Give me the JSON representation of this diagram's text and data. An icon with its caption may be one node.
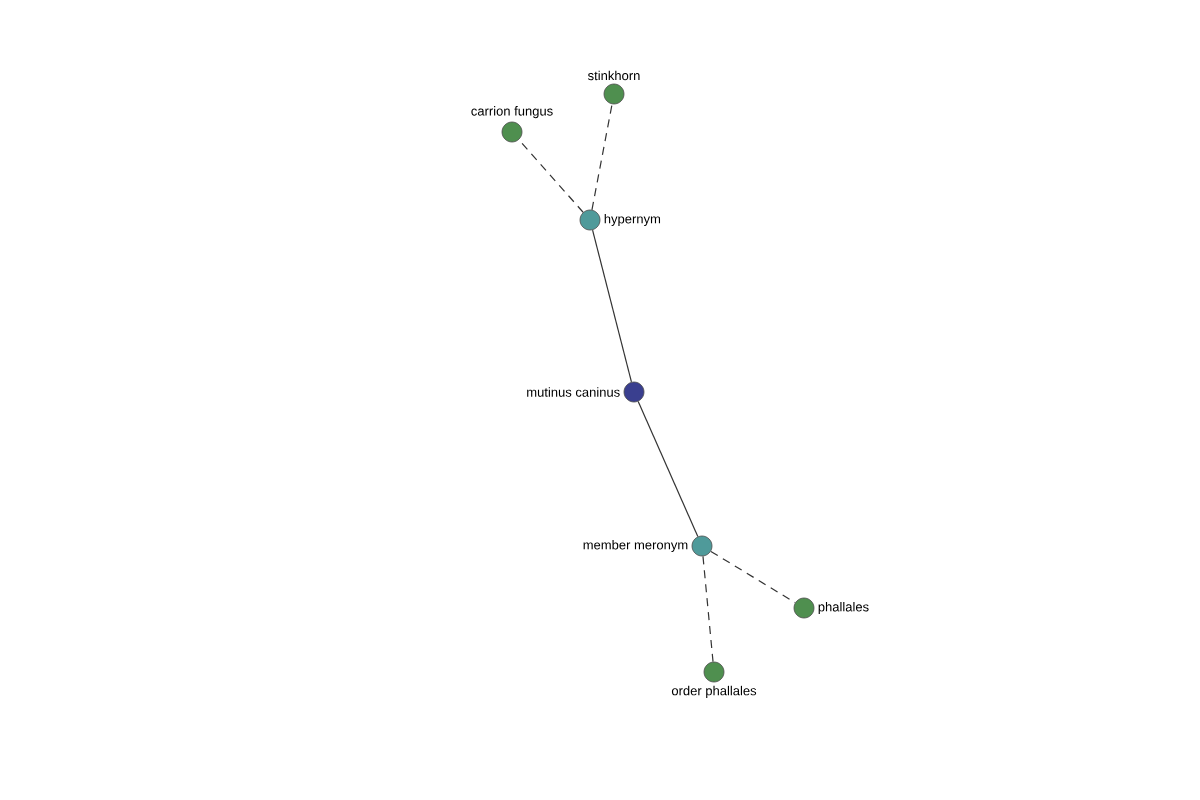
{
  "diagram": {
    "nodes": [
      {
        "text": [
          "mutinus caninus"
        ]
      },
      {
        "text": [
          "hypernym"
        ]
      },
      {
        "text": [
          "carrion fungus"
        ]
      },
      {
        "text": [
          "stinkhorn"
        ]
      },
      {
        "text": [
          "member meronym"
        ]
      },
      {
        "text": [
          "phallales"
        ]
      },
      {
        "text": [
          "order phallales"
        ]
      }
    ],
    "edges": [
      {
        "from": 1,
        "to": 0,
        "arrow": "none"
      },
      {
        "from": 0,
        "to": 4,
        "arrow": "none"
      },
      {
        "from": 1,
        "to": 2,
        "arrow": "none",
        "style": "dashed"
      },
      {
        "from": 1,
        "to": 3,
        "arrow": "none",
        "style": "dashed"
      },
      {
        "from": 4,
        "to": 5,
        "arrow": "none",
        "style": "dashed"
      },
      {
        "from": 4,
        "to": 6,
        "arrow": "none",
        "style": "dashed"
      }
    ]
  }
}
